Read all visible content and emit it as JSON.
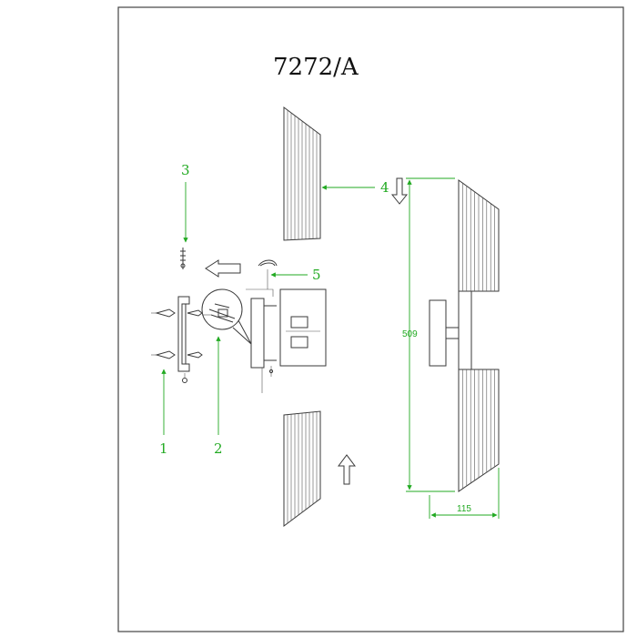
{
  "title": "7272/A",
  "callouts": {
    "c1": "1",
    "c2": "2",
    "c3": "3",
    "c4": "4",
    "c5": "5"
  },
  "dimensions": {
    "height": "509",
    "width": "115"
  },
  "colors": {
    "line": "#3a3a3a",
    "callout": "#22aa22"
  }
}
